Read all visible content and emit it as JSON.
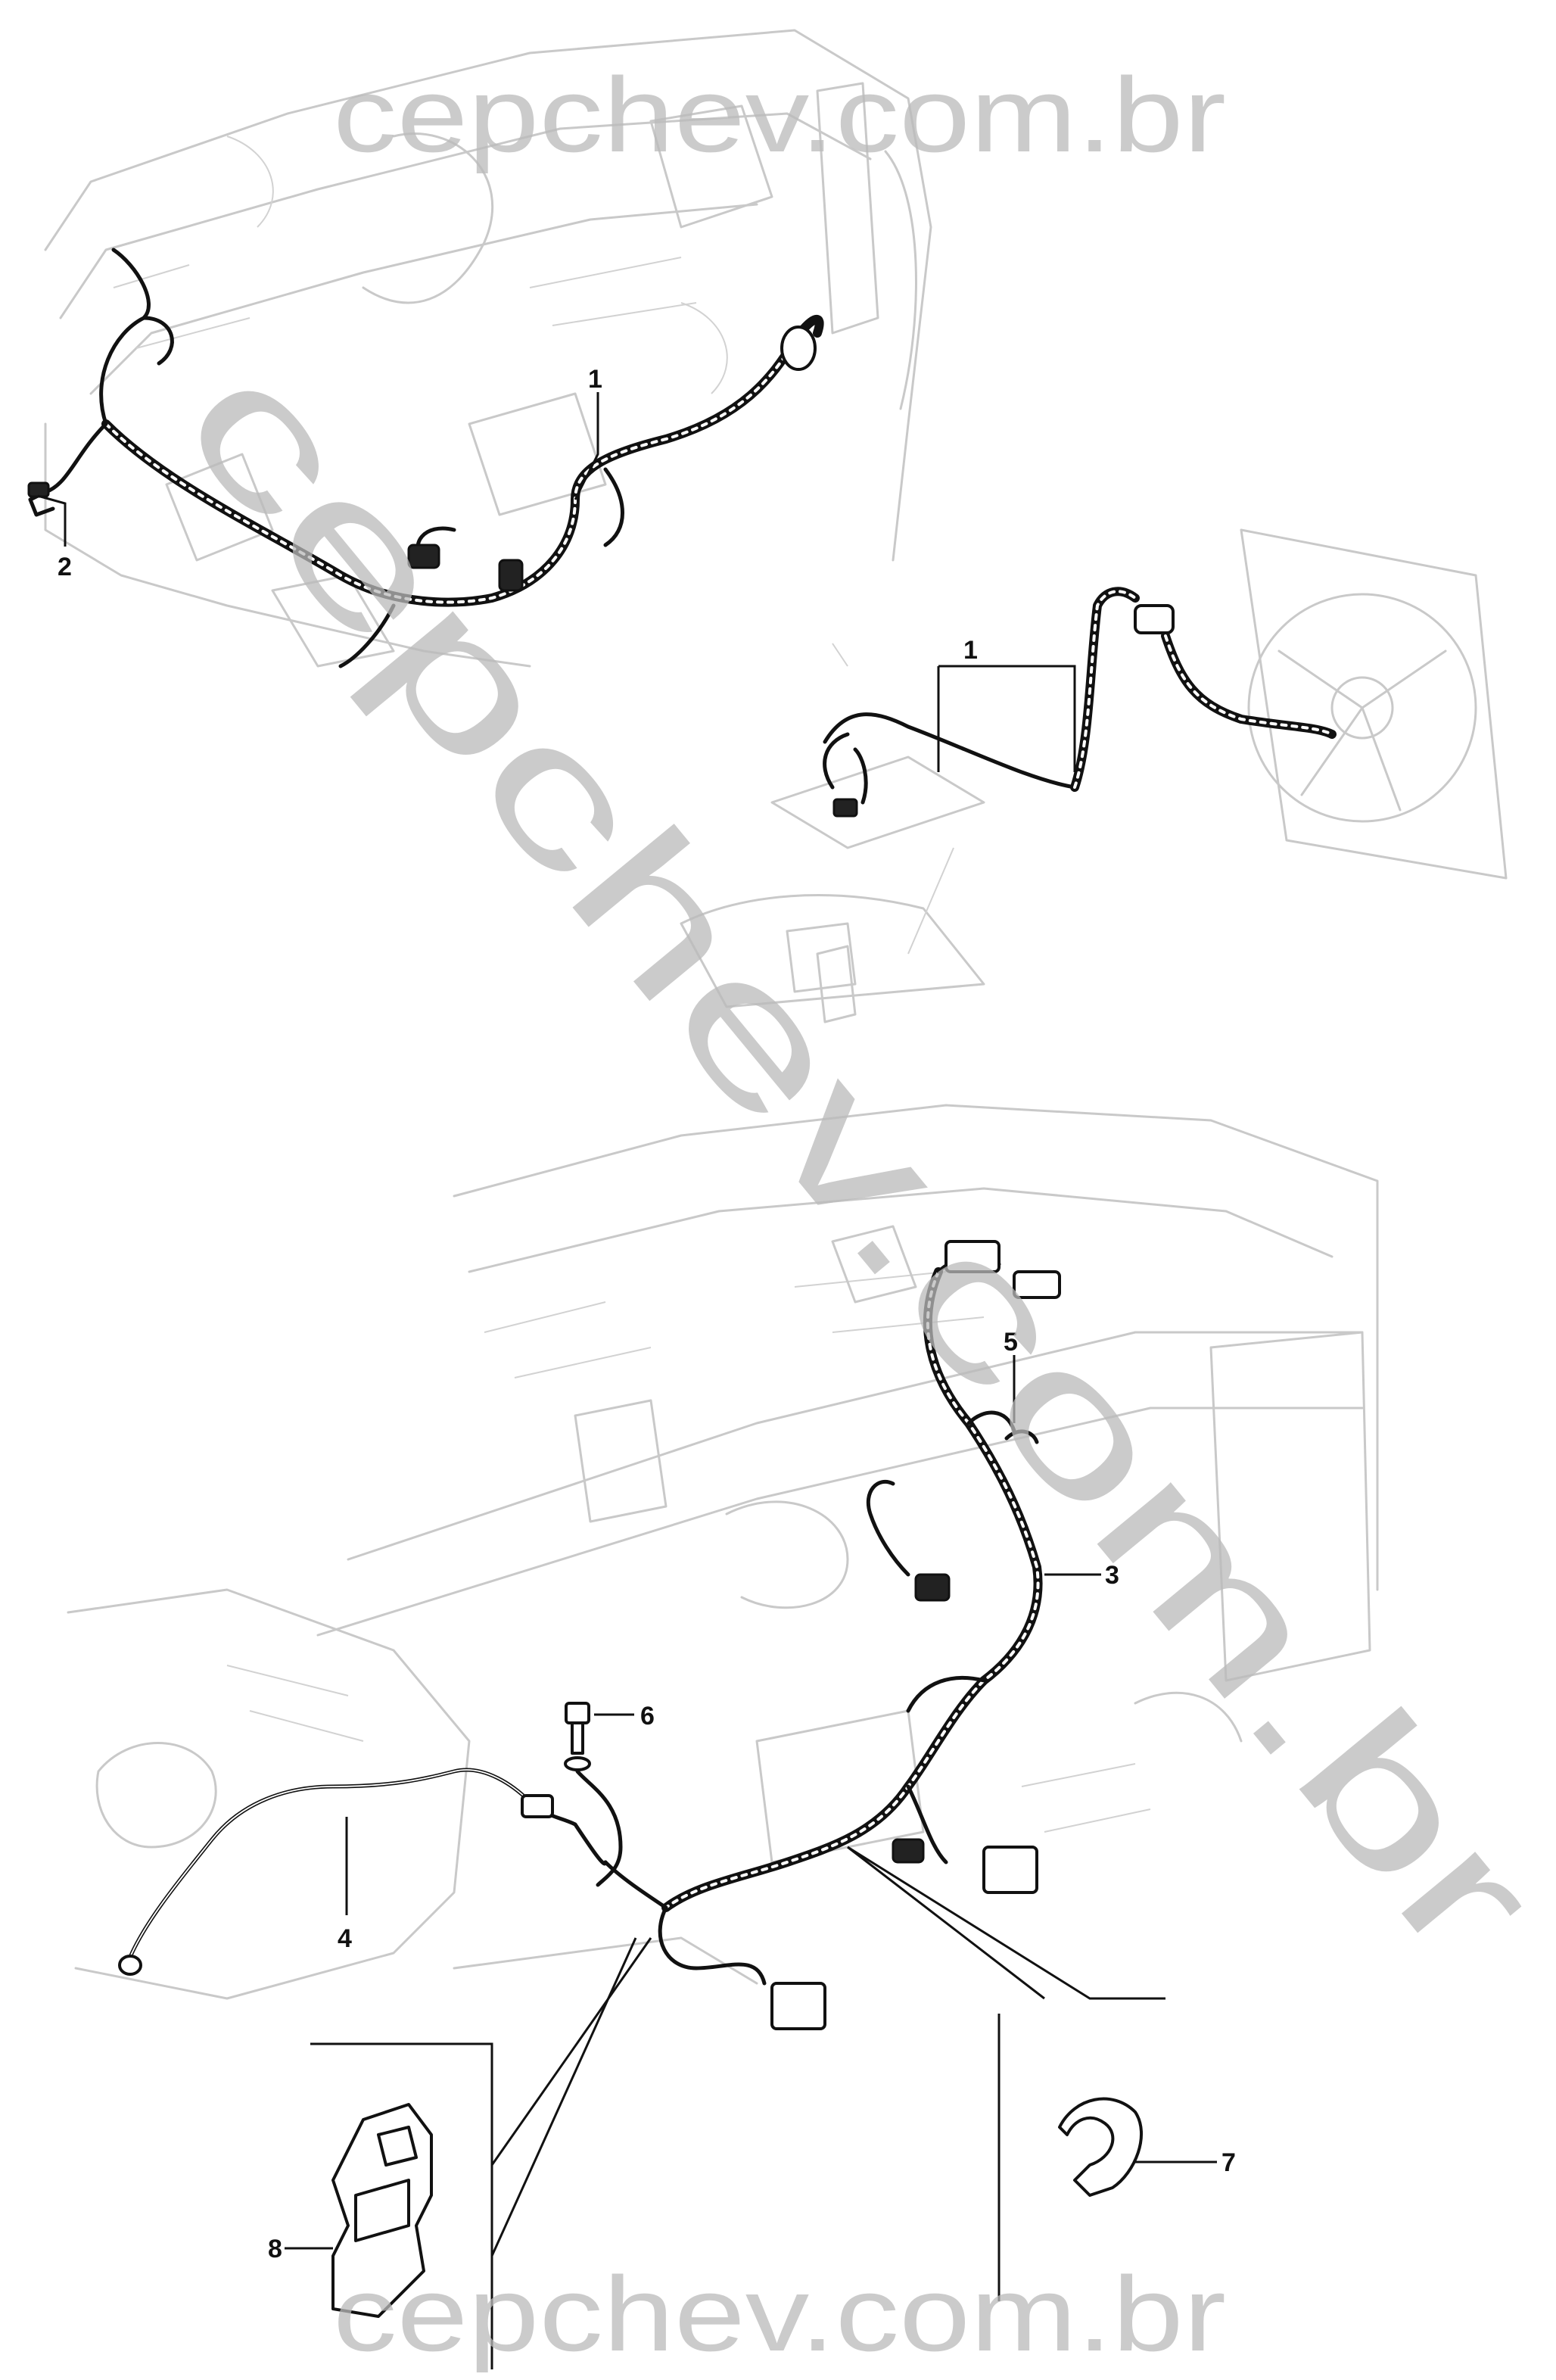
{
  "diagram": {
    "callouts": [
      {
        "id": "callout-1-upper",
        "label": "1"
      },
      {
        "id": "callout-2",
        "label": "2"
      },
      {
        "id": "callout-1-inset",
        "label": "1"
      },
      {
        "id": "callout-5",
        "label": "5"
      },
      {
        "id": "callout-3",
        "label": "3"
      },
      {
        "id": "callout-6",
        "label": "6"
      },
      {
        "id": "callout-4",
        "label": "4"
      },
      {
        "id": "callout-7",
        "label": "7"
      },
      {
        "id": "callout-8",
        "label": "8"
      }
    ],
    "watermarks": {
      "top": "cepchev.com.br",
      "diagonal": "cepchev.com.br",
      "bottom": "cepchev.com.br"
    },
    "colors": {
      "line_art": "#111111",
      "background_art": "#c9c9c9",
      "watermark": "#b9b9b9"
    }
  }
}
